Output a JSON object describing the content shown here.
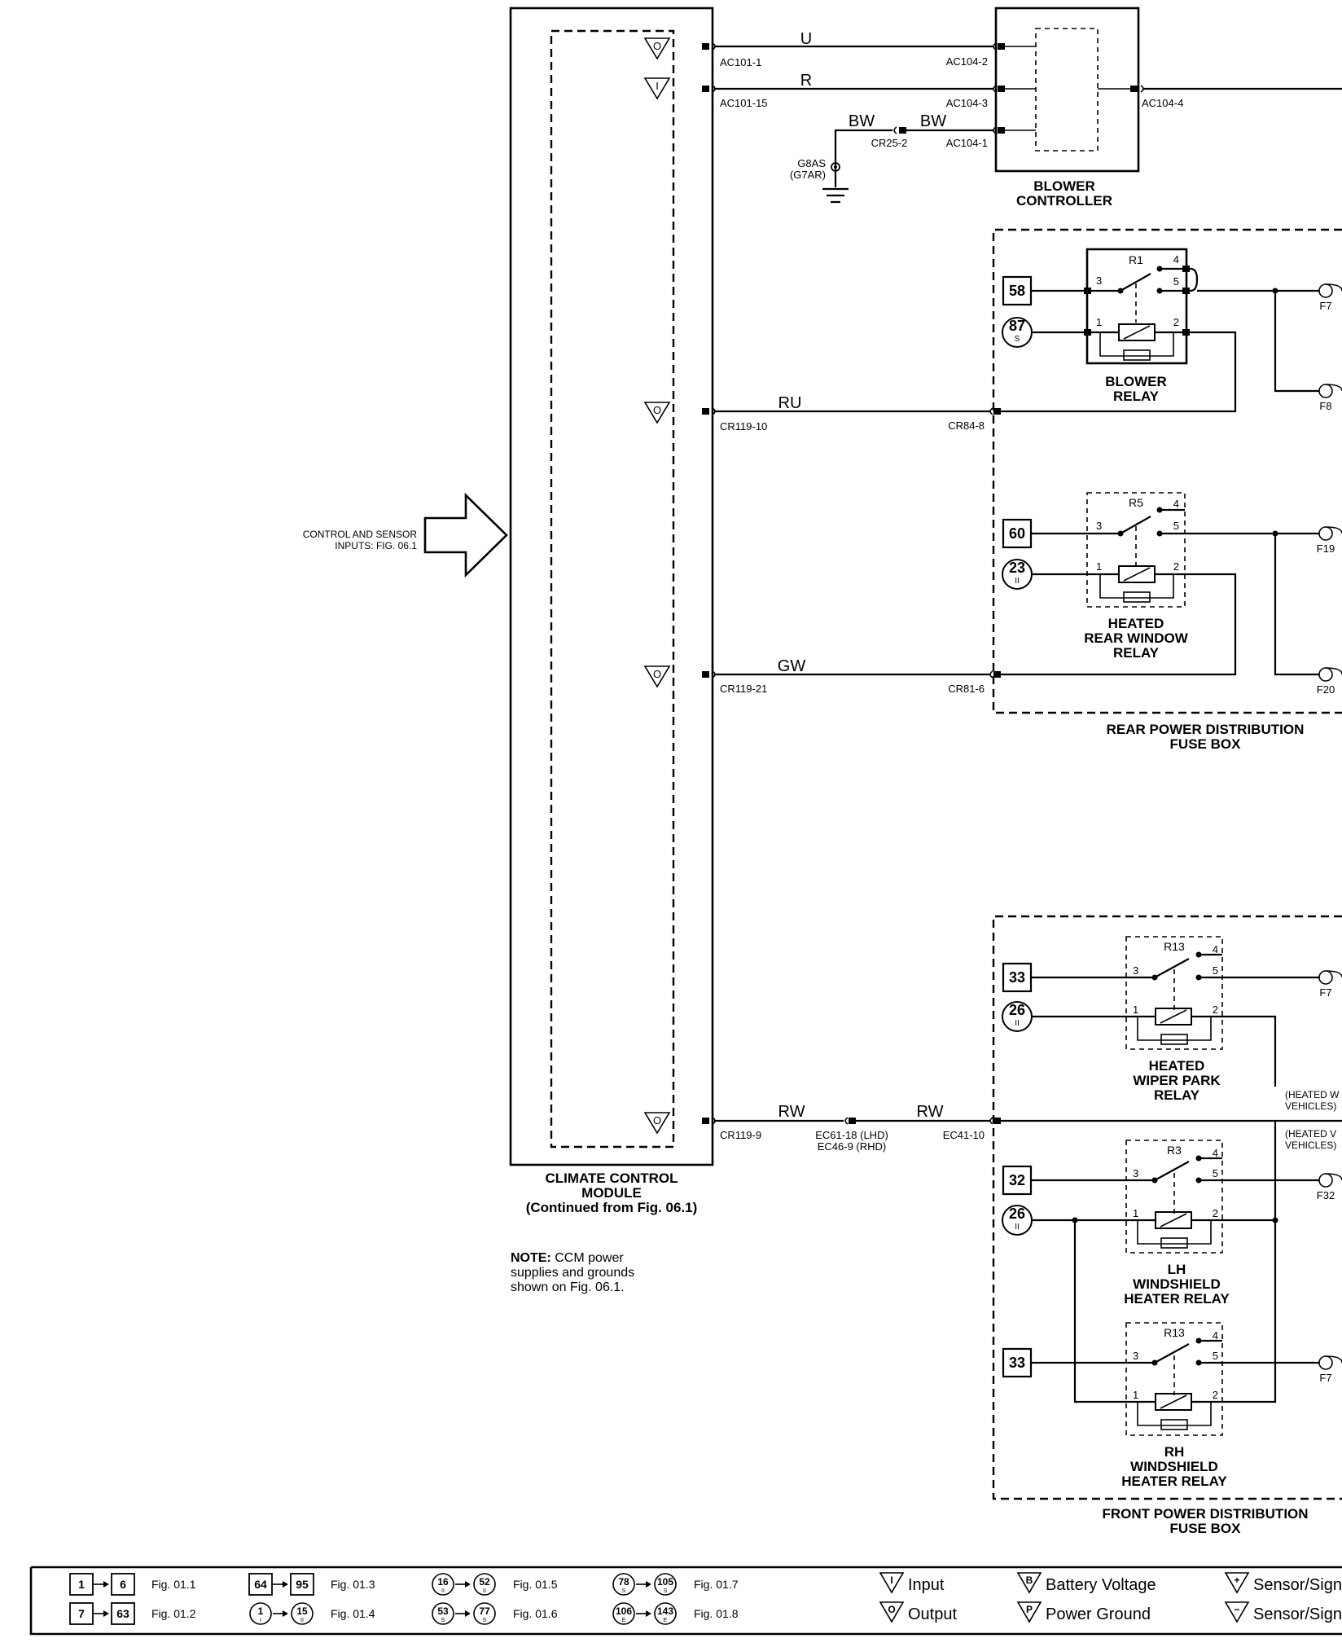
{
  "ccm": {
    "title": [
      "CLIMATE CONTROL",
      "MODULE",
      "(Continued from Fig. 06.1)"
    ],
    "pin_marks": [
      "O",
      "I",
      "O",
      "O",
      "O"
    ],
    "note_bold": "NOTE:",
    "note_lines": [
      " CCM power",
      "supplies and grounds",
      "shown on Fig. 06.1."
    ]
  },
  "inputs_arrow": [
    "CONTROL AND SENSOR",
    "INPUTS: FIG. 06.1"
  ],
  "blower_controller": {
    "title": [
      "BLOWER",
      "CONTROLLER"
    ],
    "wires": [
      {
        "color": "U",
        "from": "AC101-1",
        "to": "AC104-2"
      },
      {
        "color": "R",
        "from": "AC101-15",
        "to": "AC104-3"
      },
      {
        "color": "BW",
        "from": "CR25-2",
        "to": "AC104-1"
      }
    ],
    "ground_wire_color": "BW",
    "ground": [
      "G8AS",
      "(G7AR)"
    ],
    "output_pin": "AC104-4"
  },
  "rear_fuse_box": {
    "title": [
      "REAR POWER DISTRIBUTION",
      "FUSE BOX"
    ],
    "wires": [
      {
        "color": "RU",
        "from": "CR119-10",
        "to": "CR84-8"
      },
      {
        "color": "GW",
        "from": "CR119-21",
        "to": "CR81-6"
      }
    ],
    "blower_relay": {
      "title": [
        "BLOWER",
        "RELAY"
      ],
      "id": "R1",
      "box1": "58",
      "circle1": "87",
      "circle1_sub": "S",
      "pins": [
        "1",
        "2",
        "3",
        "4",
        "5"
      ],
      "fuses": [
        "F7",
        "F8"
      ]
    },
    "hrw_relay": {
      "title": [
        "HEATED",
        "REAR WINDOW",
        "RELAY"
      ],
      "id": "R5",
      "box1": "60",
      "circle1": "23",
      "circle1_sub": "II",
      "pins": [
        "1",
        "2",
        "3",
        "4",
        "5"
      ],
      "fuses": [
        "F19",
        "F20"
      ]
    }
  },
  "front_fuse_box": {
    "title": [
      "FRONT POWER DISTRIBUTION",
      "FUSE BOX"
    ],
    "wire": {
      "color1": "RW",
      "color2": "RW",
      "from": "CR119-9",
      "splice": [
        "EC61-18 (LHD)",
        "EC46-9 (RHD)"
      ],
      "to": "EC41-10"
    },
    "notes": [
      [
        "(HEATED W",
        "VEHICLES)"
      ],
      [
        "(HEATED V",
        "VEHICLES)"
      ]
    ],
    "wiper_relay": {
      "title": [
        "HEATED",
        "WIPER PARK",
        "RELAY"
      ],
      "id": "R13",
      "box1": "33",
      "circle1": "26",
      "circle1_sub": "II",
      "pins": [
        "1",
        "2",
        "3",
        "4",
        "5"
      ],
      "fuse": "F7"
    },
    "lh_relay": {
      "title": [
        "LH",
        "WINDSHIELD",
        "HEATER RELAY"
      ],
      "id": "R3",
      "box1": "32",
      "circle1": "26",
      "circle1_sub": "II",
      "pins": [
        "1",
        "2",
        "3",
        "4",
        "5"
      ],
      "fuse": "F32"
    },
    "rh_relay": {
      "title": [
        "RH",
        "WINDSHIELD",
        "HEATER RELAY"
      ],
      "id": "R13",
      "box1": "33",
      "pins": [
        "1",
        "2",
        "3",
        "4",
        "5"
      ],
      "fuse": "F7"
    }
  },
  "legend": {
    "refs": [
      {
        "a": "1",
        "b": "6",
        "fig": "Fig. 01.1"
      },
      {
        "a": "7",
        "b": "63",
        "fig": "Fig. 01.2"
      },
      {
        "a": "64",
        "b": "95",
        "fig": "Fig. 01.3"
      },
      {
        "a": "1",
        "a_sub": "I",
        "b": "15",
        "b_sub": "II",
        "fig": "Fig. 01.4"
      },
      {
        "a": "16",
        "a_sub": "II",
        "b": "52",
        "b_sub": "II",
        "fig": "Fig. 01.5"
      },
      {
        "a": "53",
        "a_sub": "S",
        "b": "77",
        "b_sub": "S",
        "fig": "Fig. 01.6"
      },
      {
        "a": "78",
        "a_sub": "S",
        "b": "105",
        "b_sub": "S",
        "fig": "Fig. 01.7"
      },
      {
        "a": "106",
        "a_sub": "E",
        "b": "143",
        "b_sub": "E",
        "fig": "Fig. 01.8"
      }
    ],
    "symbols": [
      {
        "mark": "I",
        "label": "Input"
      },
      {
        "mark": "O",
        "label": "Output"
      },
      {
        "mark": "B",
        "label": "Battery Voltage"
      },
      {
        "mark": "P",
        "label": "Power Ground"
      },
      {
        "mark": "+",
        "label": "Sensor/Sign"
      },
      {
        "mark": "−",
        "label": "Sensor/Sign"
      }
    ]
  }
}
